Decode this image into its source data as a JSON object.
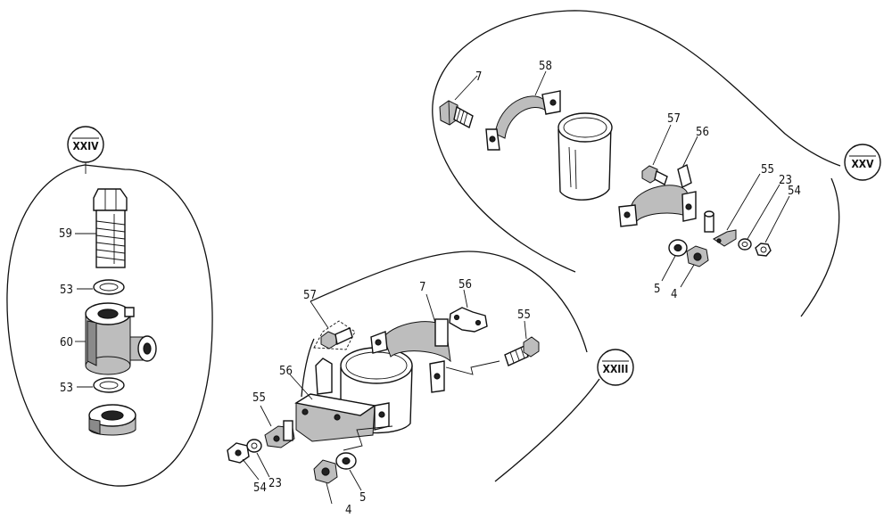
{
  "groups": {
    "xxiv": {
      "label": "XXIV",
      "parts": [
        "59",
        "53",
        "60",
        "53"
      ]
    },
    "xxv": {
      "label": "XXV",
      "parts": [
        "7",
        "58",
        "57",
        "56",
        "55",
        "23",
        "54",
        "5",
        "4"
      ]
    },
    "xxiii": {
      "label": "XXIII",
      "parts": [
        "57",
        "56",
        "55",
        "7",
        "56",
        "55",
        "54",
        "23",
        "4",
        "5"
      ]
    }
  }
}
